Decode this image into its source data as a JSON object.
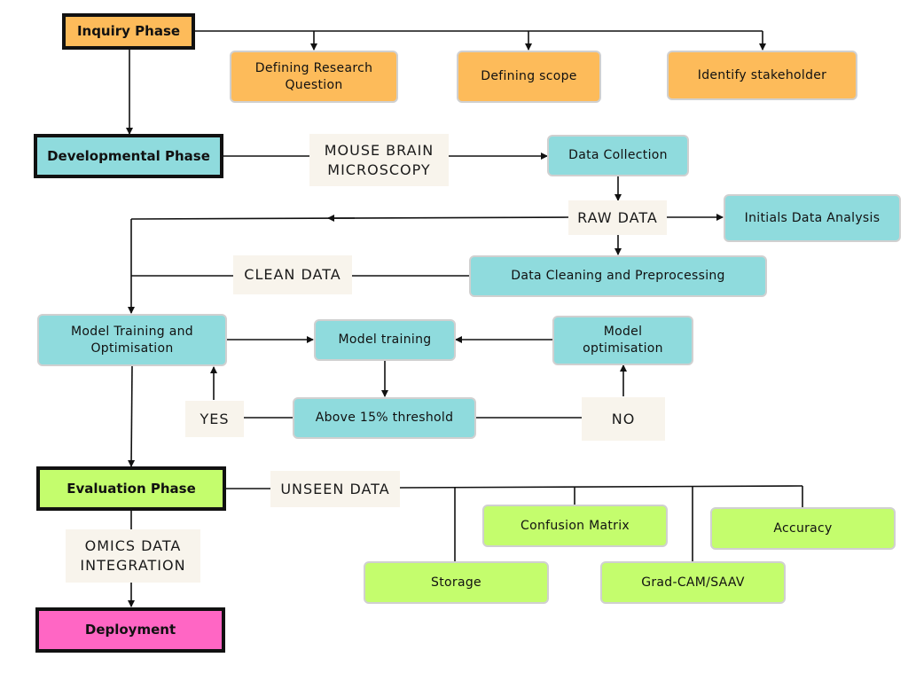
{
  "colors": {
    "inquiry": "#fdbb5a",
    "developmental": "#8fdbdd",
    "evaluation": "#c4fd6d",
    "deployment": "#ff66c4",
    "label_bg": "#f8f4ec",
    "line": "#111111"
  },
  "phases": {
    "inquiry": "Inquiry Phase",
    "developmental": "Developmental Phase",
    "evaluation": "Evaluation Phase",
    "deployment": "Deployment"
  },
  "inquiry": {
    "research_question": "Defining Research\nQuestion",
    "scope": "Defining scope",
    "stakeholder": "Identify stakeholder"
  },
  "development": {
    "source_label": "MOUSE BRAIN\nMICROSCOPY",
    "data_collection": "Data Collection",
    "raw_data": "RAW DATA",
    "initial_analysis": "Initials Data Analysis",
    "clean_data": "CLEAN DATA",
    "cleaning": "Data Cleaning and Preprocessing",
    "model_training_optimisation": "Model Training and\nOptimisation",
    "model_training": "Model training",
    "model_optimisation": "Model\noptimisation",
    "yes": "YES",
    "threshold": "Above 15% threshold",
    "no": "NO"
  },
  "evaluation": {
    "unseen_data": "UNSEEN DATA",
    "confusion_matrix": "Confusion Matrix",
    "accuracy": "Accuracy",
    "storage": "Storage",
    "gradcam": "Grad-CAM/SAAV",
    "omics": "OMICS DATA\nINTEGRATION"
  }
}
